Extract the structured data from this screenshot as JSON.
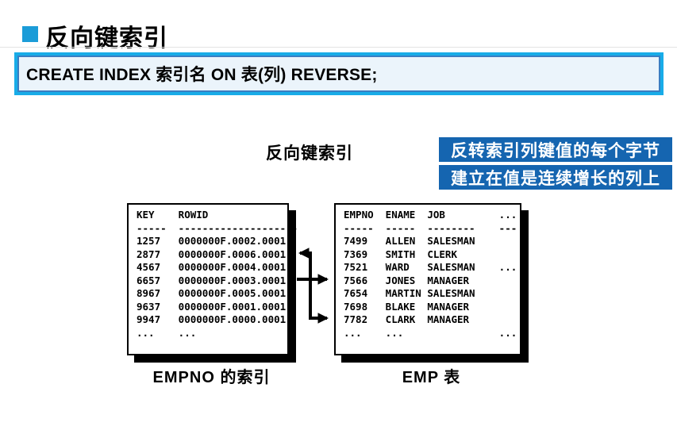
{
  "slide": {
    "title": "反向键索引",
    "code": "CREATE INDEX 索引名 ON 表(列) REVERSE;"
  },
  "diagram": {
    "heading": "反向键索引",
    "callouts": {
      "line1": "反转索引列键值的每个字节",
      "line2": "建立在值是连续增长的列上"
    },
    "index_table": {
      "caption": "EMPNO 的索引",
      "columns": [
        "KEY",
        "ROWID"
      ],
      "dashes": [
        "-----",
        "--------------------"
      ],
      "rows": [
        [
          "1257",
          "0000000F.0002.0001"
        ],
        [
          "2877",
          "0000000F.0006.0001"
        ],
        [
          "4567",
          "0000000F.0004.0001"
        ],
        [
          "6657",
          "0000000F.0003.0001"
        ],
        [
          "8967",
          "0000000F.0005.0001"
        ],
        [
          "9637",
          "0000000F.0001.0001"
        ],
        [
          "9947",
          "0000000F.0000.0001"
        ],
        [
          "...",
          "..."
        ]
      ]
    },
    "emp_table": {
      "caption": "EMP 表",
      "columns": [
        "EMPNO",
        "ENAME",
        "JOB",
        "..."
      ],
      "dashes": [
        "-----",
        "-----",
        "--------",
        "---"
      ],
      "rows": [
        [
          "7499",
          "ALLEN",
          "SALESMAN",
          ""
        ],
        [
          "7369",
          "SMITH",
          "CLERK",
          ""
        ],
        [
          "7521",
          "WARD",
          "SALESMAN",
          "..."
        ],
        [
          "7566",
          "JONES",
          "MANAGER",
          ""
        ],
        [
          "7654",
          "MARTIN",
          "SALESMAN",
          ""
        ],
        [
          "7698",
          "BLAKE",
          "MANAGER",
          ""
        ],
        [
          "7782",
          "CLARK",
          "MANAGER",
          ""
        ],
        [
          "...",
          "...",
          "",
          "..."
        ]
      ]
    }
  },
  "colors": {
    "bullet_blue": "#1b9cd8",
    "code_border_outer": "#18ace8",
    "code_border_inner": "#3a7ec2",
    "code_fill": "#ebf4fb",
    "callout_blue": "#1565b0",
    "arrow_black": "#000000"
  }
}
